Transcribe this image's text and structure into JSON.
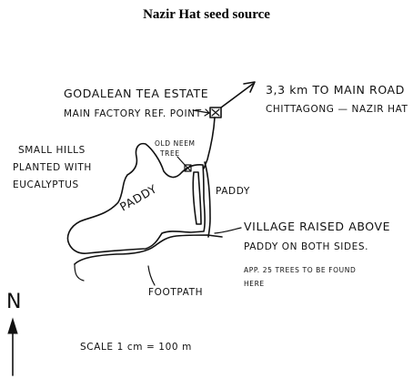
{
  "title": "Nazir Hat seed source",
  "labels": {
    "estate_line1": "GODALEAN TEA ESTATE",
    "estate_line2": "MAIN FACTORY REF. POINT",
    "road_line1": "3,3 km TO MAIN ROAD",
    "road_line2": "CHITTAGONG  — NAZIR HAT",
    "hills_line1": "SMALL HILLS",
    "hills_line2": "PLANTED WITH",
    "hills_line3": "EUCALYPTUS",
    "neem_line1": "OLD NEEM",
    "neem_line2": "TREE",
    "paddy_main": "PADDY",
    "paddy_strip": "PADDY",
    "village_line1": "VILLAGE RAISED ABOVE",
    "village_line2": "PADDY ON BOTH SIDES.",
    "village_line3": "APP. 25 TREES TO BE FOUND",
    "village_line4": "HERE",
    "footpath": "FOOTPATH",
    "north": "N",
    "scale": "SCALE   1 cm = 100 m"
  },
  "markers": {
    "reference_point": "x-marker",
    "neem_tree": "x-marker"
  },
  "colors": {
    "ink": "#111111",
    "background": "#ffffff"
  }
}
